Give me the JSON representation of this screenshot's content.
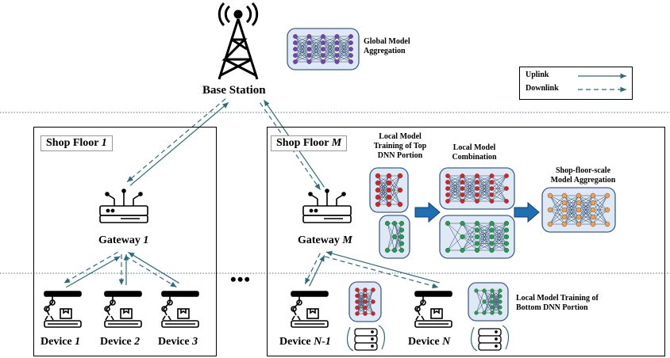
{
  "base_station": {
    "label": "Base Station"
  },
  "global_model": {
    "label_line1": "Global Model",
    "label_line2": "Aggregation"
  },
  "legend": {
    "uplink": "Uplink",
    "downlink": "Downlink"
  },
  "shop_floor_1": {
    "title_prefix": "Shop Floor ",
    "title_index": "1",
    "gateway_prefix": "Gateway ",
    "gateway_index": "1"
  },
  "shop_floor_m": {
    "title_prefix": "Shop Floor ",
    "title_index": "M",
    "gateway_prefix": "Gateway ",
    "gateway_index": "M"
  },
  "devices_floor_1": [
    {
      "prefix": "Device ",
      "index": "1"
    },
    {
      "prefix": "Device ",
      "index": "2"
    },
    {
      "prefix": "Device ",
      "index": "3"
    }
  ],
  "devices_floor_m": [
    {
      "prefix": "Device ",
      "index": "N-1"
    },
    {
      "prefix": "Device ",
      "index": "N"
    }
  ],
  "ellipsis": "•••",
  "steps": {
    "top_training": {
      "line1": "Local Model",
      "line2": "Training of Top",
      "line3": "DNN Portion"
    },
    "combination": {
      "line1": "Local Model",
      "line2": "Combination"
    },
    "aggregation": {
      "line1": "Shop-floor-scale",
      "line2": "Model Aggregation"
    },
    "bottom_training": {
      "line1": "Local Model Training of",
      "line2": "Bottom DNN Portion"
    }
  },
  "colors": {
    "link": "#2e6b7a",
    "purple": "#7b3fb0",
    "red": "#e0201f",
    "green": "#1fa04a",
    "orange": "#f4a04a",
    "box_fill": "#dfe9f5",
    "box_stroke": "#3b5f86",
    "arrow_blue": "#1f6fb5"
  }
}
